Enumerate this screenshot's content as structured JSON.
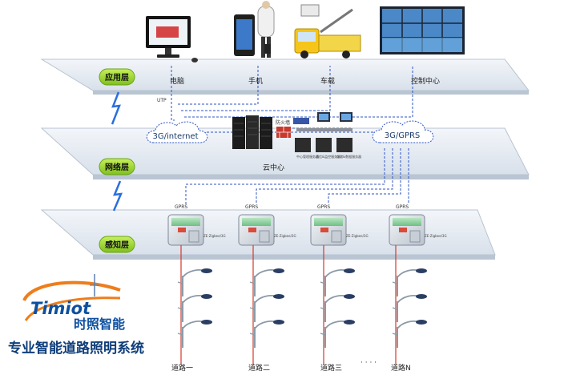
{
  "layers": {
    "application": "应用层",
    "network": "网络层",
    "perception": "感知层"
  },
  "apps": {
    "computer": "电脑",
    "phone": "手机",
    "vehicle": "车载",
    "control_center": "控制中心"
  },
  "network": {
    "utp": "UTP",
    "internet_cloud": "3G/internet",
    "gprs_cloud": "3G/GPRS",
    "cloud_center": "云中心",
    "firewall": "防火墙",
    "servers": [
      "中心管理服务器",
      "通信&监控服务器",
      "存储&数据服务器"
    ]
  },
  "controllers": {
    "gprs_label": "GPRS",
    "device_label": "ZE-Zigbee/3G",
    "count": 4
  },
  "roads": [
    "道路一",
    "道路二",
    "道路三",
    "道路N"
  ],
  "ellipsis": "· · · ·",
  "brand": {
    "logo_text": "Timiot",
    "name": "时照智能",
    "banner": "专业智能道路照明系统"
  },
  "colors": {
    "layer_fill": "#e6ecf3",
    "layer_label": "#9ed327",
    "accent_blue": "#1f5fb8",
    "dashed_line": "#2f55c5",
    "pole_line": "#d43a2a"
  }
}
